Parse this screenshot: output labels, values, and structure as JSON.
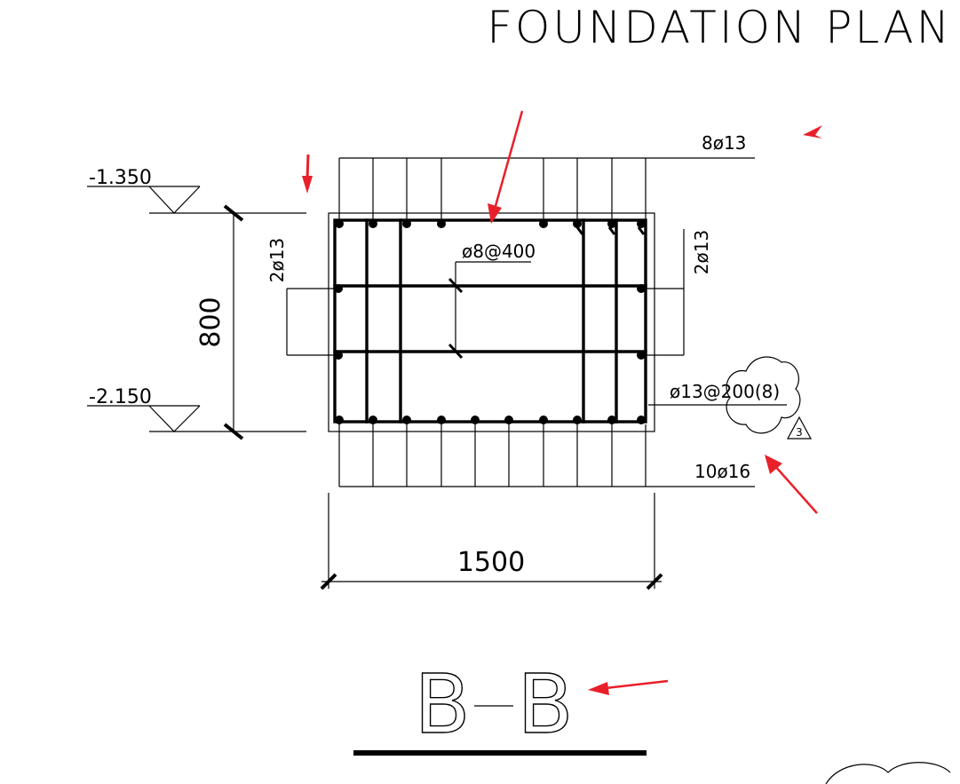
{
  "title": "FOUNDATION PLAN",
  "section_label": {
    "left": "B",
    "right": "B"
  },
  "levels": {
    "top": "-1.350",
    "bottom": "-2.150"
  },
  "dimensions": {
    "height": "800",
    "width": "1500"
  },
  "rebar_labels": {
    "top_bars": "8ø13",
    "bottom_bars": "10ø16",
    "side_left": "2ø13",
    "side_right": "2ø13",
    "ties": "ø8@400",
    "stirrups": "ø13@200(8)"
  },
  "revision_tag": "3",
  "colors": {
    "line": "#000000",
    "annotation_arrow": "#e8202a",
    "background": "#ffffff"
  }
}
